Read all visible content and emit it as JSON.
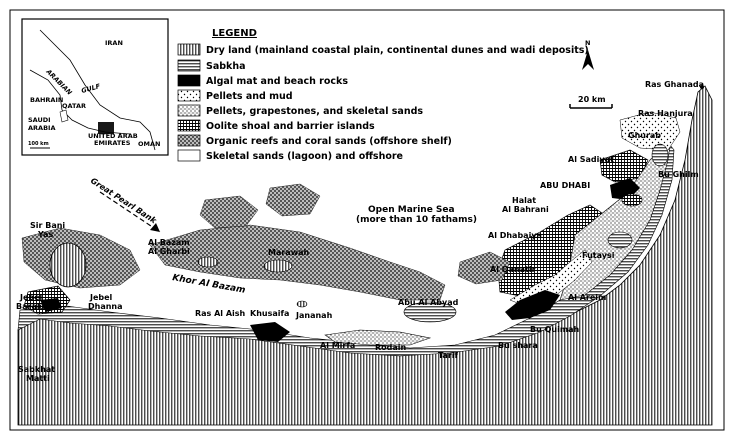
{
  "legend": {
    "title": "LEGEND",
    "items": [
      {
        "pattern": "dry-land",
        "label": "Dry land (mainland coastal plain, continental dunes and wadi deposits)"
      },
      {
        "pattern": "sabkha",
        "label": "Sabkha"
      },
      {
        "pattern": "algal-mat",
        "label": "Algal mat and beach rocks"
      },
      {
        "pattern": "pellets-mud",
        "label": "Pellets and mud"
      },
      {
        "pattern": "pellets-grapestones",
        "label": "Pellets, grapestones, and skeletal sands"
      },
      {
        "pattern": "oolite",
        "label": "Oolite shoal and barrier islands"
      },
      {
        "pattern": "reefs",
        "label": "Organic reefs and coral sands (offshore shelf)"
      },
      {
        "pattern": "skeletal",
        "label": "Skeletal sands (lagoon) and offshore"
      }
    ]
  },
  "inset": {
    "labels": {
      "iran": "IRAN",
      "arabian": "ARABIAN",
      "gulf": "GULF",
      "bahrain": "BAHRAIN",
      "qatar": "QATAR",
      "saudi1": "SAUDI",
      "saudi2": "ARABIA",
      "uae1": "UNITED ARAB",
      "uae2": "EMIRATES",
      "oman": "OMAN",
      "scale": "100 km"
    }
  },
  "north_label": "N",
  "scale_label": "20 km",
  "places": {
    "ras_ghanada": "Ras Ghanada",
    "ras_hanjura": "Ras Hanjura",
    "ghurab": "Ghurab",
    "al_sadiyat": "Al Sadiyat",
    "bu_ghilm": "Bu Ghilm",
    "abu_dhabi": "ABU DHABI",
    "halat1": "Halat",
    "halat2": "Al Bahrani",
    "al_dhabaiya": "Al Dhabaiya",
    "futaysi": "Futaysi",
    "al_qanatir": "Al Qanatir",
    "al_areim": "Al Areim",
    "bu_quimah": "Bu Quimah",
    "bu_shara": "Bu shara",
    "tarif": "Tarif",
    "rodain": "Rodain",
    "al_mirfa": "Al Mirfa",
    "abu_al_abyad": "Abu Al Abyad",
    "jananah": "Jananah",
    "khusaifa": "Khusaifa",
    "ras_al_aish": "Ras Al Aish",
    "marawah": "Marawah",
    "al_bazam1": "Al Bazam",
    "al_bazam2": "Al Gharbi",
    "khor_al_bazam": "Khor Al Bazam",
    "great_pearl_bank": "Great Pearl Bank",
    "sir_bani_yas1": "Sir Bani",
    "sir_bani_yas2": "Yas",
    "jebel_barakah1": "Jebel",
    "jebel_barakah2": "Barakah",
    "jebel_dhanna1": "Jebel",
    "jebel_dhanna2": "Dhanna",
    "sabkhat_matti1": "Sabkhat",
    "sabkhat_matti2": "Matti",
    "open_marine1": "Open Marine Sea",
    "open_marine2": "(more than 10 fathams)"
  }
}
